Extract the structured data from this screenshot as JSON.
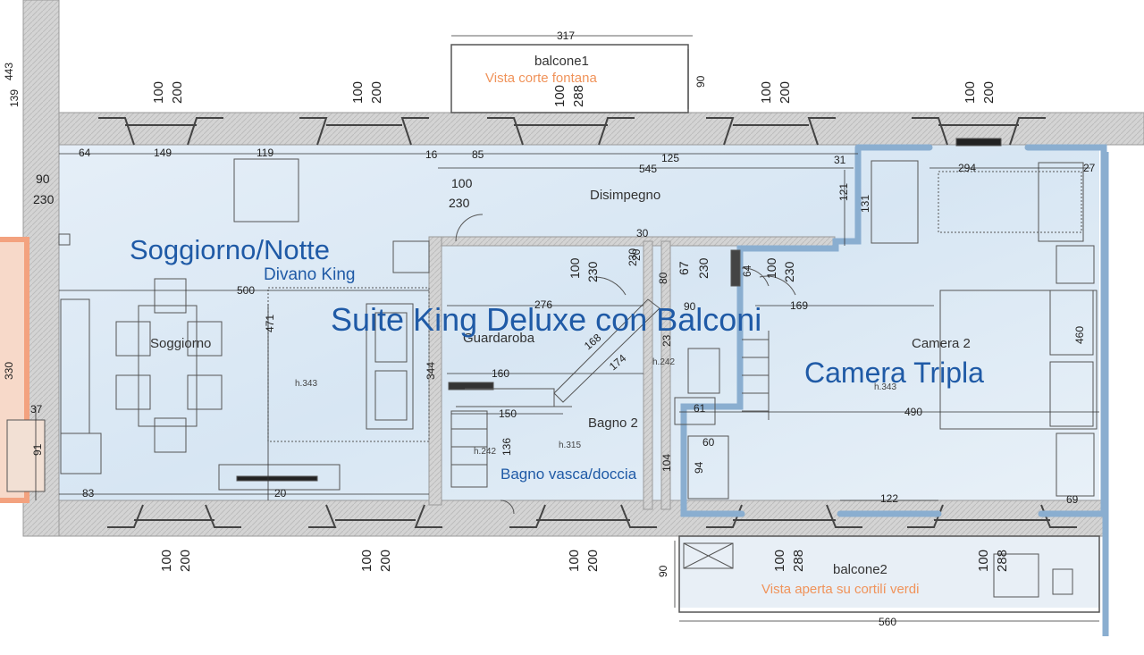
{
  "labels": {
    "suite_title": "Suite King Deluxe con Balconi",
    "soggiorno_notte": "Soggiorno/Notte",
    "divano_king": "Divano King",
    "camera_tripla": "Camera Tripla",
    "bagno_vasca": "Bagno vasca/doccia",
    "balcone1": "balcone1",
    "vista_fontana": "Vista corte fontana",
    "balcone2": "balcone2",
    "vista_cortili": "Vista aperta su cortilí verdi"
  },
  "rooms": {
    "soggiorno": "Soggiorno",
    "disimpegno": "Disimpegno",
    "guardaroba": "Guardaroba",
    "camera2": "Camera 2",
    "bagno2": "Bagno 2"
  },
  "heights": {
    "soggiorno": "h.343",
    "camera": "h.343",
    "bagno_a": "h.242",
    "bagno_b": "h.242",
    "bagno_c": "h.315"
  },
  "dimensions": {
    "d317": "317",
    "d90a": "90",
    "d90b": "90",
    "d90c": "90",
    "d90d": "90",
    "d443": "443",
    "d139": "139",
    "d64": "64",
    "d149": "149",
    "d119": "119",
    "d16": "16",
    "d85": "85",
    "d125": "125",
    "d545": "545",
    "d31": "31",
    "d294": "294",
    "d27": "27",
    "d121": "121",
    "d131": "131",
    "d230a": "230",
    "d100a": "100",
    "d230b": "230",
    "d30": "30",
    "d500": "500",
    "d276": "276",
    "d169": "169",
    "d471": "471",
    "d344": "344",
    "d168": "168",
    "d174": "174",
    "d160": "160",
    "d23": "23",
    "d490": "490",
    "d460": "460",
    "d330": "330",
    "d37": "37",
    "d91": "91",
    "d150": "150",
    "d136": "136",
    "d61": "61",
    "d60": "60",
    "d94": "94",
    "d104": "104",
    "d83": "83",
    "d20": "20",
    "d122": "122",
    "d69": "69",
    "d560": "560",
    "d67": "67",
    "d230c": "230",
    "d80": "80",
    "d20b": "20",
    "d64b": "64",
    "d100b": "100",
    "d230d": "230",
    "d100c": "100",
    "d230e": "230",
    "d230f": "230",
    "wA1": "100",
    "wA2": "200",
    "wB1": "100",
    "wB2": "200",
    "wC1": "100",
    "wC2": "288",
    "wD1": "100",
    "wD2": "200",
    "wE1": "100",
    "wE2": "200",
    "wF1": "100",
    "wF2": "200",
    "wG1": "100",
    "wG2": "200",
    "wH1": "100",
    "wH2": "200",
    "wI1": "100",
    "wI2": "288",
    "wJ1": "100",
    "wJ2": "288"
  },
  "colors": {
    "blue_outline": "#8aaed0",
    "orange_outline": "#f3a27f",
    "wall": "#c9c9c9",
    "title_blue": "#1f5aa6",
    "note_orange": "#f0935a"
  }
}
